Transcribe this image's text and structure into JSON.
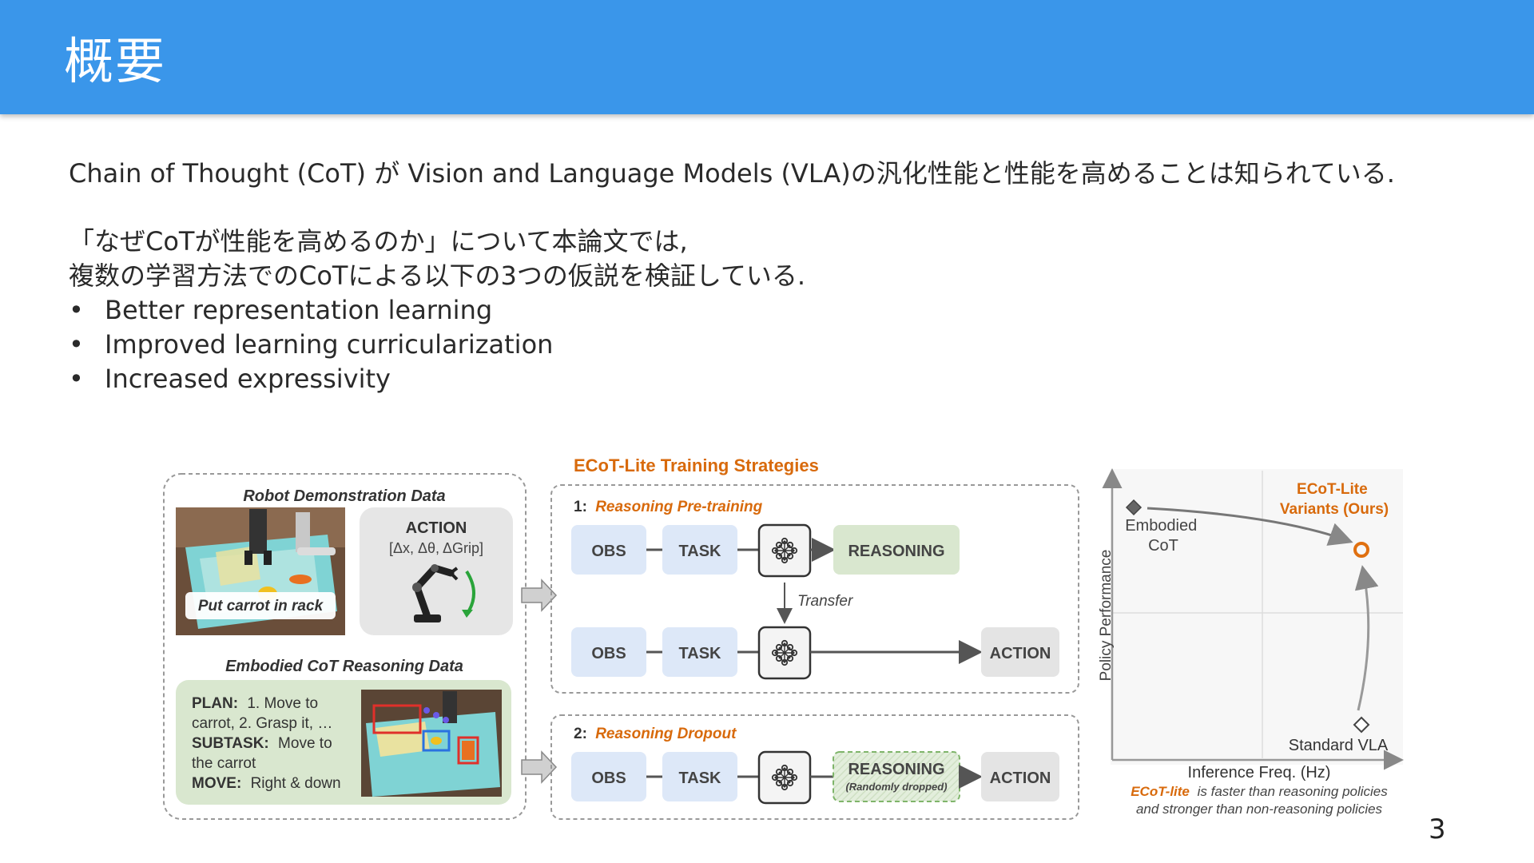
{
  "header": {
    "title": "概要"
  },
  "body": {
    "intro": "Chain of Thought (CoT) が Vision and Language Models (VLA)の汎化性能と性能を高めることは知られている.",
    "question_line1": "「なぜCoTが性能を高めるのか」について本論文では,",
    "question_line2": "複数の学習方法でのCoTによる以下の3つの仮説を検証している.",
    "bullets": [
      "Better representation learning",
      "Improved learning curricularization",
      "Increased expressivity"
    ]
  },
  "figure": {
    "left_panel": {
      "demo_title": "Robot Demonstration Data",
      "demo_caption": "Put carrot in rack",
      "action_title": "ACTION",
      "action_vars": "[Δx, Δθ, ΔGrip]",
      "ecot_title": "Embodied CoT Reasoning Data",
      "plan_label": "PLAN:",
      "plan_text_1": "1. Move to",
      "plan_text_2": "carrot, 2. Grasp it, …",
      "subtask_label": "SUBTASK:",
      "subtask_text_1": "Move to",
      "subtask_text_2": "the carrot",
      "move_label": "MOVE:",
      "move_text": "Right & down"
    },
    "middle_panel": {
      "title": "ECoT-Lite Training Strategies",
      "strategy1_num": "1:",
      "strategy1_name": "Reasoning Pre-training",
      "strategy2_num": "2:",
      "strategy2_name": "Reasoning Dropout",
      "obs": "OBS",
      "task": "TASK",
      "reasoning": "REASONING",
      "action": "ACTION",
      "transfer": "Transfer",
      "randomly_dropped": "(Randomly dropped)"
    },
    "right_panel": {
      "ylabel": "Policy Performance",
      "xlabel": "Inference Freq. (Hz)",
      "ecot_lite_label_1": "ECoT-Lite",
      "ecot_lite_label_2": "Variants (Ours)",
      "embodied_cot_label_1": "Embodied",
      "embodied_cot_label_2": "CoT",
      "standard_vla_label": "Standard VLA",
      "caption_em": "ECoT-lite",
      "caption_rest": "is faster than reasoning policies",
      "caption_line2": "and stronger than non-reasoning policies"
    },
    "colors": {
      "header_blue": "#3a96ea",
      "accent_orange": "#d86a0c",
      "obs_task_fill": "#dde8f8",
      "reasoning_fill": "#d9e7cf",
      "action_fill": "#e4e4e4"
    }
  },
  "page_number": "3"
}
